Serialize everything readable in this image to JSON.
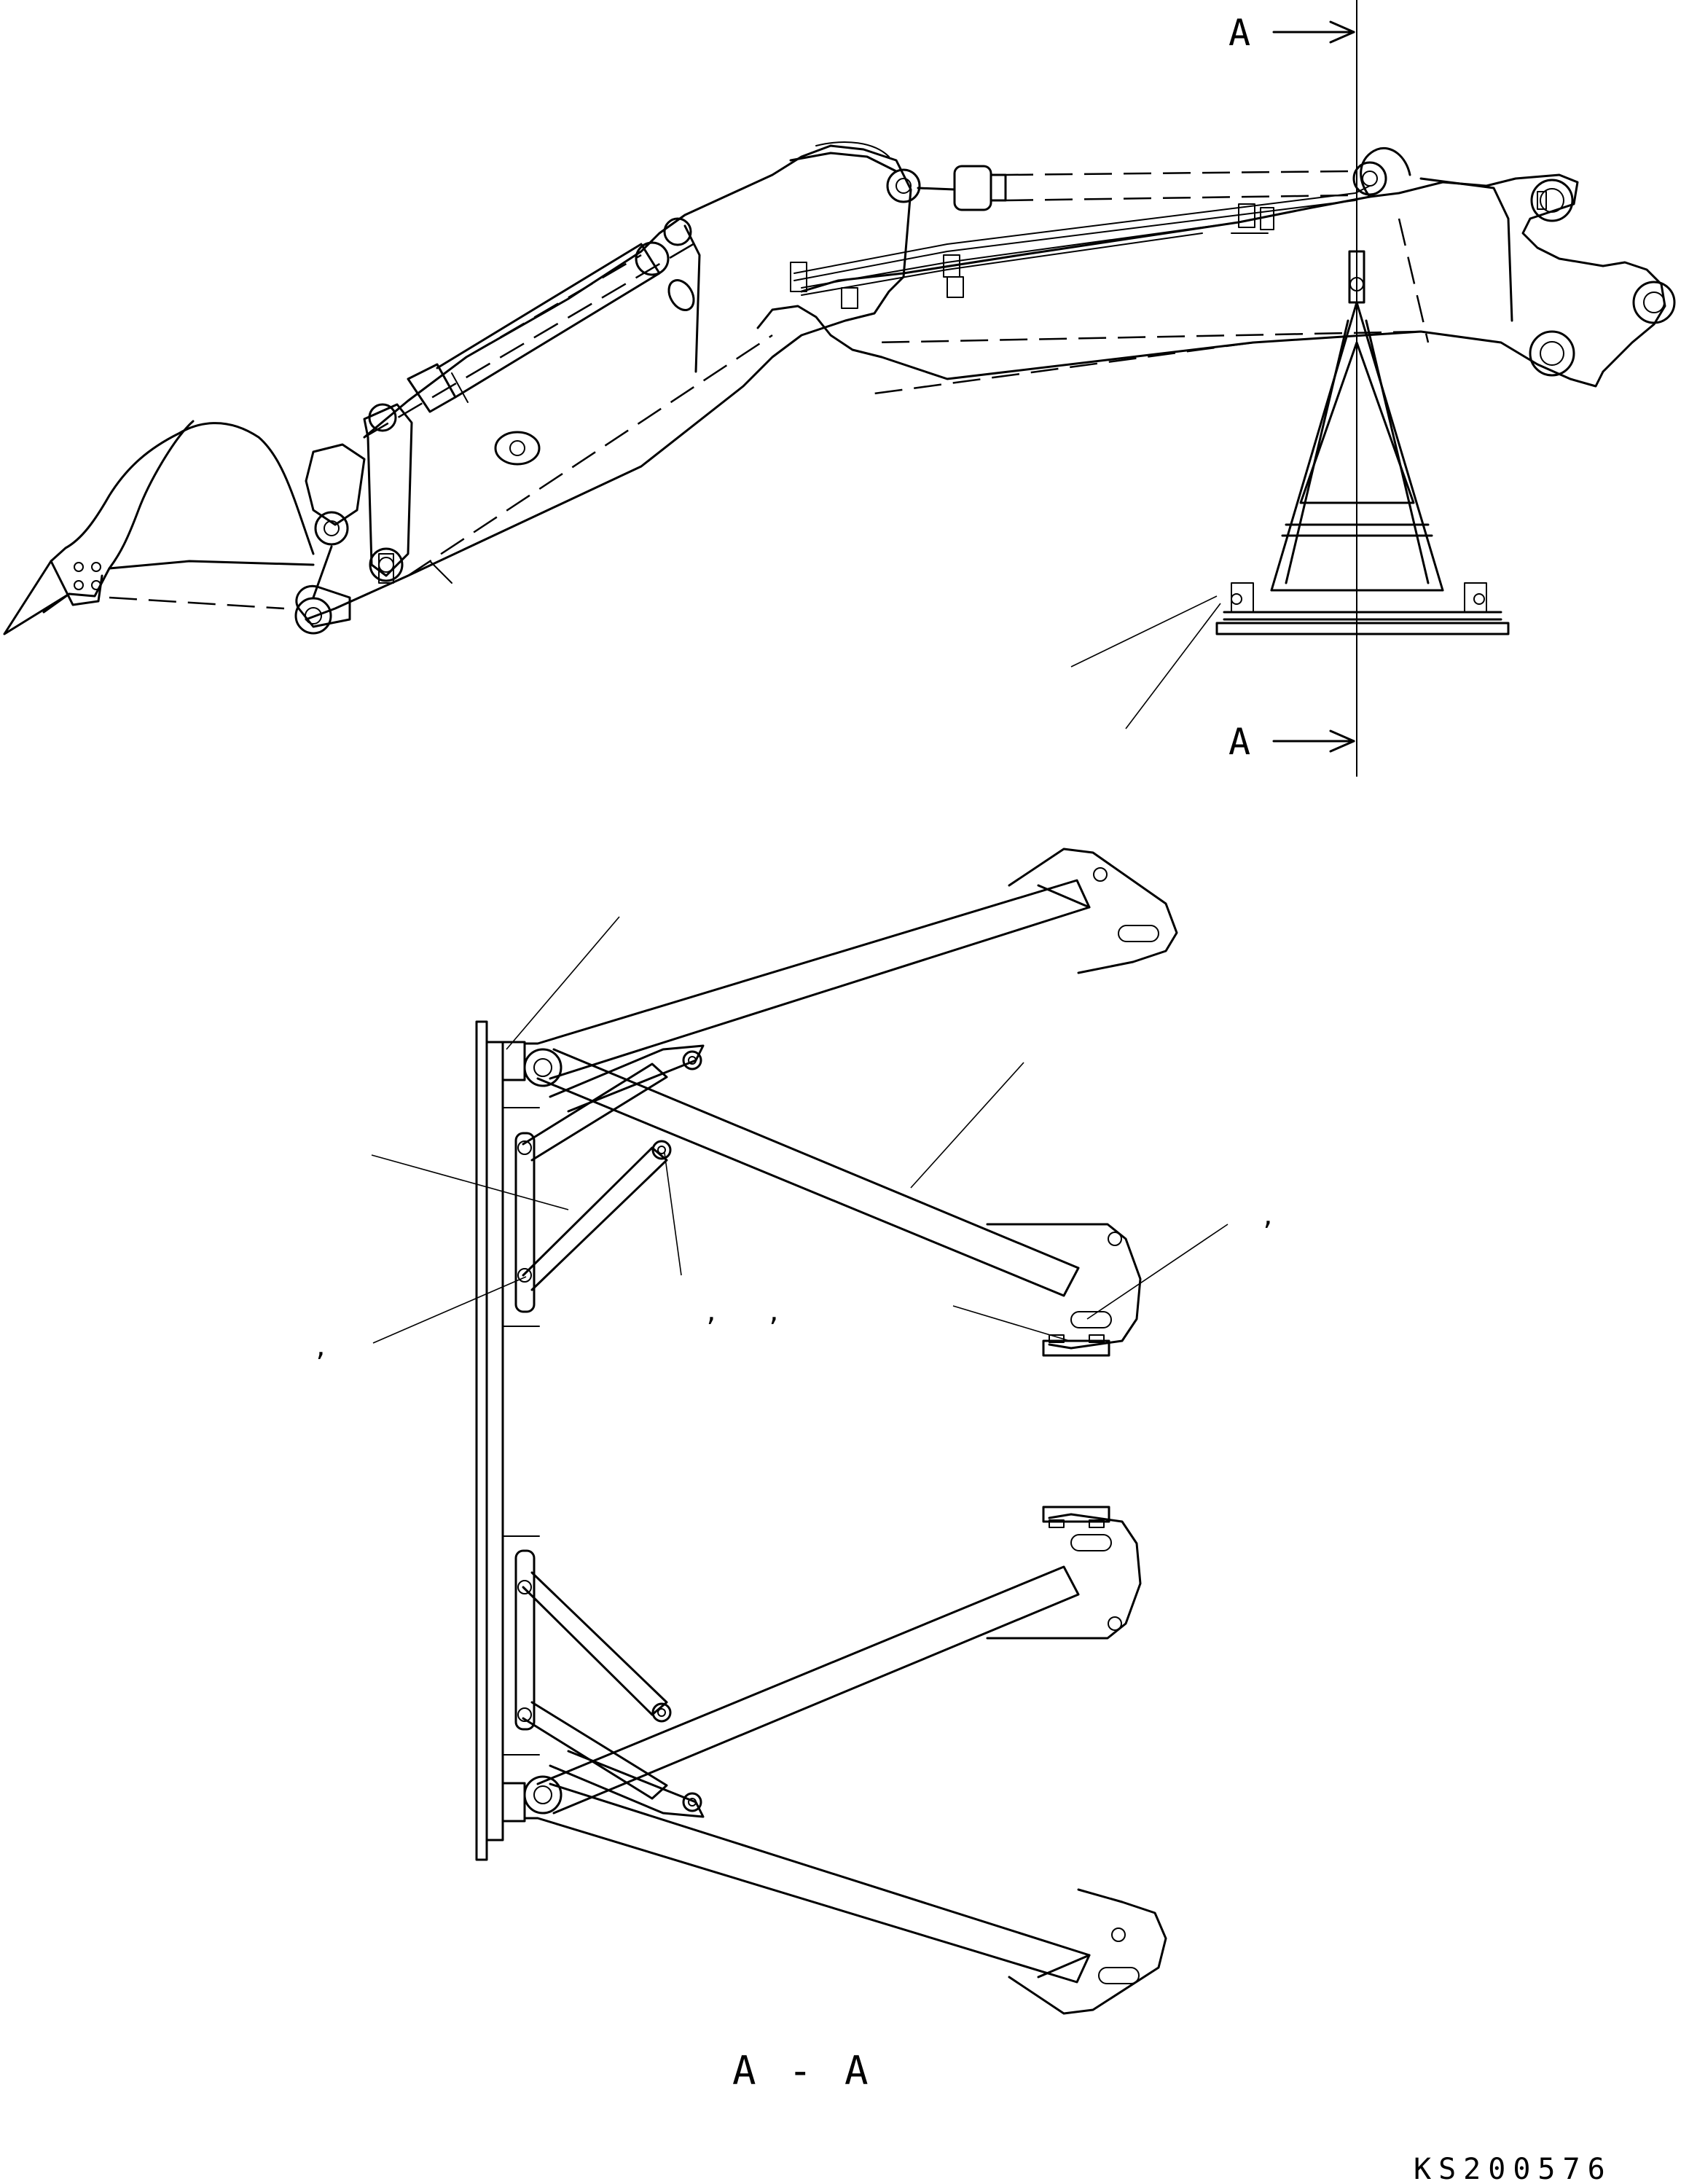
{
  "section_marker": {
    "letter": "A"
  },
  "section_view_title": "A - A",
  "drawing_code": "KS200576",
  "callout_punctuation": [
    ",",
    ",",
    ",",
    ",",
    ","
  ]
}
